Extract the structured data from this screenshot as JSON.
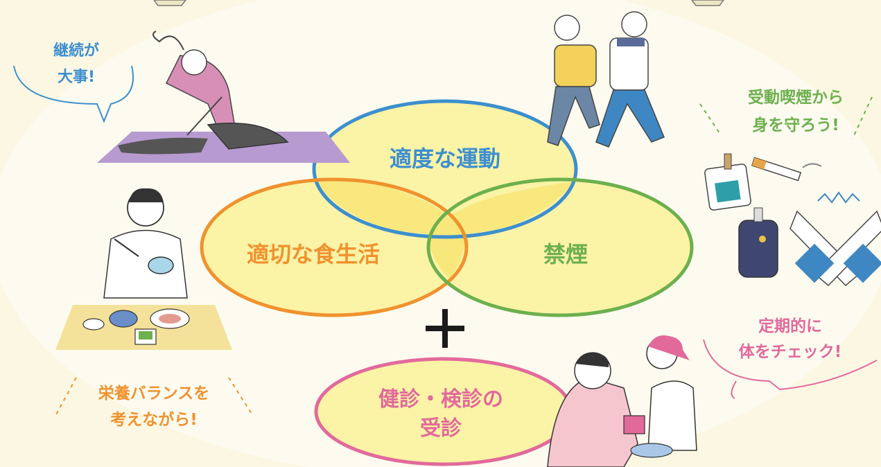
{
  "colors": {
    "background": "#fbf7e3",
    "oval": "#fdfbf0",
    "circle_fill": "#fbf3a6",
    "overlap_fill": "#f8e77a",
    "exercise": "#3d8fce",
    "diet": "#f0922e",
    "smoking": "#6db04e",
    "checkup": "#e26a9b",
    "ink": "#1b1b1b"
  },
  "diagram": {
    "exercise_label": "適度な運動",
    "diet_label": "適切な食生活",
    "smoking_label": "禁煙",
    "plus_sign": "+",
    "checkup_label_line1": "健診・検診の",
    "checkup_label_line2": "受診"
  },
  "notes": {
    "continuity_line1": "継続が",
    "continuity_line2": "大事!",
    "nutrition_line1": "栄養バランスを",
    "nutrition_line2": "考えながら!",
    "secondhand_line1": "受動喫煙から",
    "secondhand_line2": "身を守ろう!",
    "regular_check_line1": "定期的に",
    "regular_check_line2": "体をチェック!"
  },
  "icons": [
    "yoga-stretch-icon",
    "walking-seniors-icon",
    "eating-man-icon",
    "cigarette-pack-icon",
    "heated-tobacco-icon",
    "crossed-arms-icon",
    "blood-pressure-check-icon"
  ]
}
